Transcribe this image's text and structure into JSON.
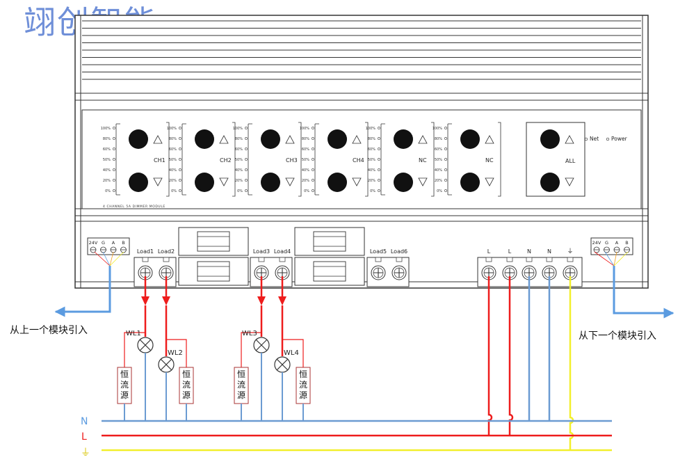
{
  "brand": {
    "text": "翊创智能",
    "color": "#6f8fd8"
  },
  "module_label": "4 CHANNEL 5A DIMMER MODULE",
  "level_labels": [
    "100%",
    "80%",
    "60%",
    "50%",
    "40%",
    "20%",
    "0%"
  ],
  "channels": [
    {
      "label": "CH1"
    },
    {
      "label": "CH2"
    },
    {
      "label": "CH3"
    },
    {
      "label": "CH4"
    },
    {
      "label": "NC"
    },
    {
      "label": "NC"
    }
  ],
  "all_label": "ALL",
  "indicators": {
    "net": "Net",
    "power": "Power"
  },
  "bus_terminals": [
    "24V",
    "G",
    "A",
    "B"
  ],
  "load_terminals": [
    "Load1",
    "Load2",
    "Load3",
    "Load4",
    "Load5",
    "Load6"
  ],
  "power_terminals": [
    "L",
    "L",
    "N",
    "N"
  ],
  "ground_symbol": "⏚",
  "arrows": {
    "left": "从上一个模块引入",
    "right": "从下一个模块引入"
  },
  "lamps": [
    "WL1",
    "WL2",
    "WL3",
    "WL4"
  ],
  "driver_label": [
    "恒",
    "流",
    "源"
  ],
  "rail_labels": {
    "n": "N",
    "l": "L",
    "ground": "⏚"
  },
  "colors": {
    "load_wire": "#ee1c1c",
    "neutral_wire": "#6b9bd2",
    "ground_wire": "#f2ef2b",
    "bus_arrow": "#5b9be0",
    "outline": "#333333"
  }
}
